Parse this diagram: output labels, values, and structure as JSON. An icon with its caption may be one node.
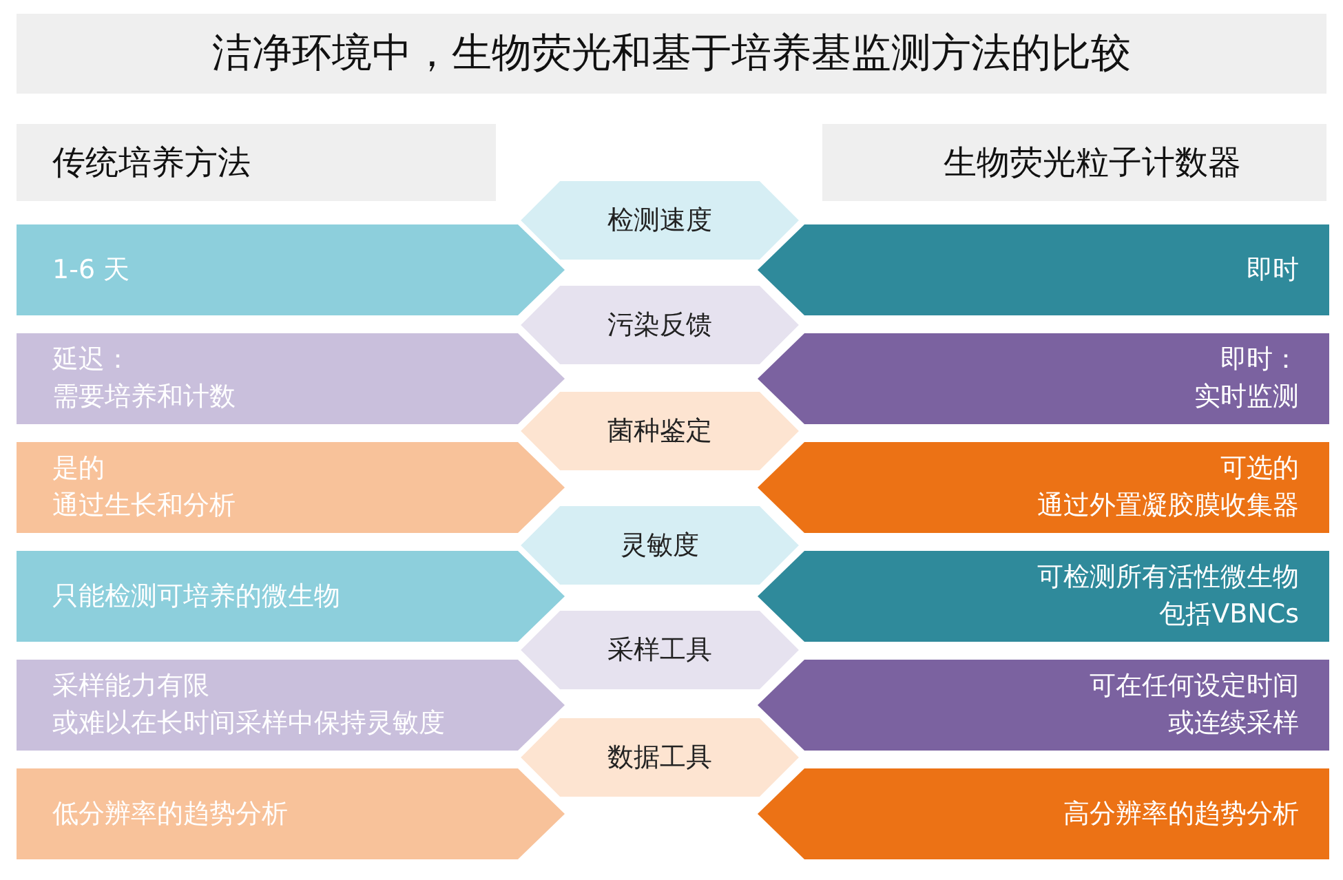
{
  "diagram": {
    "title": "洁净环境中，生物荧光和基于培养基监测方法的比较",
    "nodes": [
      {
        "text": [
          "传统培养方法"
        ]
      },
      {
        "text": [
          "生物荧光粒子计数器"
        ]
      },
      {
        "text": [
          "检测速度"
        ]
      },
      {
        "text": [
          "1-6 天"
        ]
      },
      {
        "text": [
          "即时"
        ]
      },
      {
        "text": [
          "污染反馈"
        ]
      },
      {
        "text": [
          "延迟：",
          "需要培养和计数"
        ]
      },
      {
        "text": [
          "即时：",
          "实时监测"
        ]
      },
      {
        "text": [
          "菌种鉴定"
        ]
      },
      {
        "text": [
          "是的",
          "通过生长和分析"
        ]
      },
      {
        "text": [
          "可选的",
          "通过外置凝胶膜收集器"
        ]
      },
      {
        "text": [
          "灵敏度"
        ]
      },
      {
        "text": [
          "只能检测可培养的微生物"
        ]
      },
      {
        "text": [
          "可检测所有活性微生物",
          "包括VBNCs"
        ]
      },
      {
        "text": [
          "采样工具"
        ]
      },
      {
        "text": [
          "采样能力有限",
          "或难以在长时间采样中保持灵敏度"
        ]
      },
      {
        "text": [
          "可在任何设定时间",
          "或连续采样"
        ]
      },
      {
        "text": [
          "数据工具"
        ]
      },
      {
        "text": [
          "低分辨率的趋势分析"
        ]
      },
      {
        "text": [
          "高分辨率的趋势分析"
        ]
      }
    ],
    "edges": []
  }
}
